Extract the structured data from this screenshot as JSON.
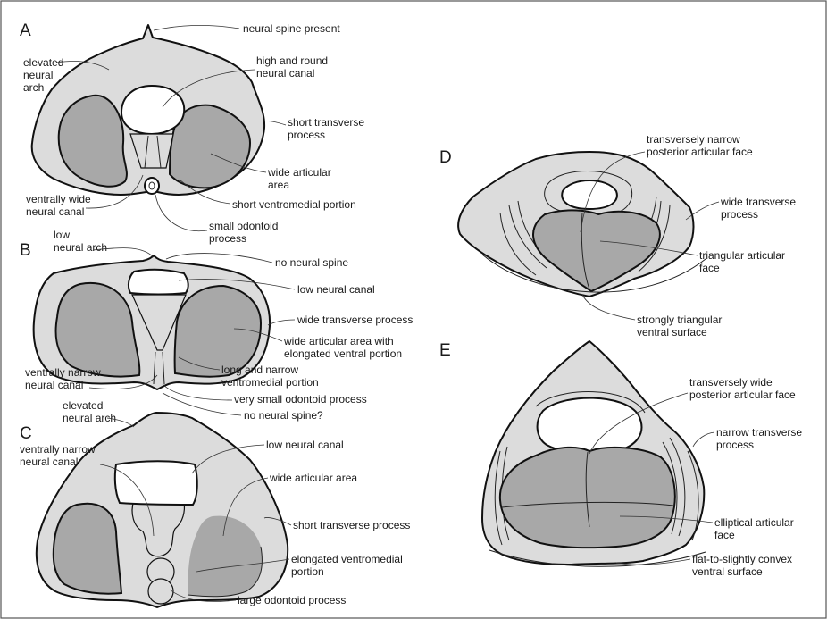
{
  "panels": {
    "A": {
      "letter": "A",
      "labels": {
        "neural_spine_present": "neural spine present",
        "elevated_neural_arch": [
          "elevated",
          "neural",
          "arch"
        ],
        "high_round_canal": [
          "high and round",
          "neural canal"
        ],
        "short_transverse": [
          "short transverse",
          "process"
        ],
        "wide_articular": [
          "wide articular",
          "area"
        ],
        "short_ventromedial": "short ventromedial portion",
        "ventrally_wide": [
          "ventrally wide",
          "neural canal"
        ],
        "small_odontoid": [
          "small odontoid",
          "process"
        ]
      }
    },
    "B": {
      "letter": "B",
      "labels": {
        "low_neural_arch": [
          "low",
          "neural arch"
        ],
        "no_neural_spine": "no neural spine",
        "low_neural_canal": "low neural canal",
        "wide_transverse": "wide transverse process",
        "wide_articular_elongated": [
          "wide articular area with",
          "elongated ventral portion"
        ],
        "long_narrow_ventromedial": [
          "long and narrow",
          "ventromedial portion"
        ],
        "ventrally_narrow": [
          "ventrally narrow",
          "neural canal"
        ],
        "very_small_odontoid": "very small odontoid process",
        "no_neural_spine_q": "no neural spine?"
      }
    },
    "C": {
      "letter": "C",
      "labels": {
        "elevated_neural_arch": [
          "elevated",
          "neural arch"
        ],
        "ventrally_narrow": [
          "ventrally narrow",
          "neural canal"
        ],
        "low_neural_canal": "low neural canal",
        "wide_articular": "wide articular area",
        "short_transverse": "short transverse process",
        "elongated_ventromedial": [
          "elongated ventromedial",
          "portion"
        ],
        "large_odontoid": "large odontoid process"
      }
    },
    "D": {
      "letter": "D",
      "labels": {
        "transversely_narrow": [
          "transversely narrow",
          "posterior articular face"
        ],
        "wide_transverse": [
          "wide transverse",
          "process"
        ],
        "triangular_face": [
          "triangular articular",
          "face"
        ],
        "strongly_triangular": [
          "strongly triangular",
          "ventral surface"
        ]
      }
    },
    "E": {
      "letter": "E",
      "labels": {
        "transversely_wide": [
          "transversely wide",
          "posterior articular face"
        ],
        "narrow_transverse": [
          "narrow  transverse",
          "process"
        ],
        "elliptical_face": [
          "elliptical articular",
          "face"
        ],
        "flat_convex": [
          "flat-to-slightly convex",
          "ventral surface"
        ]
      }
    }
  },
  "colors": {
    "bone": "#dcdcdc",
    "articular_face": "#a8a8a8",
    "outline": "#111111",
    "frame": "#555555"
  }
}
